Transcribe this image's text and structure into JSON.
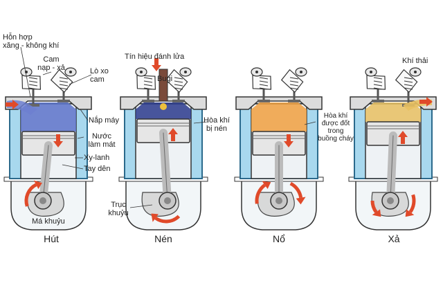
{
  "labels": {
    "fuel_air_mix_line1": "Hỗn hợp",
    "fuel_air_mix_line2": "xăng - không khí",
    "cam_line1": "Cam",
    "cam_line2": "nạp - xả",
    "cam_spring_line1": "Lò xo",
    "cam_spring_line2": "cam",
    "cylinder_head": "Nắp máy",
    "coolant_line1": "Nước",
    "coolant_line2": "làm mát",
    "cylinder": "Xy-lanh",
    "connecting_rod": "Tay dên",
    "crank_web": "Má khuỷu",
    "ignition_signal": "Tín hiệu đánh lửa",
    "spark_plug": "Bugi",
    "compressed_mix_line1": "Hòa khí",
    "compressed_mix_line2": "bị nén",
    "crankshaft_line1": "Trục",
    "crankshaft_line2": "khuỷu",
    "burned_mix_line1": "Hòa khí",
    "burned_mix_line2": "được đốt",
    "burned_mix_line3": "trong",
    "burned_mix_line4": "buồng cháy",
    "exhaust_gas": "Khí thải"
  },
  "stages": [
    {
      "name": "Hút",
      "chamber_color": "#5b72c9",
      "piston_dir": "down",
      "valves": "intake-open"
    },
    {
      "name": "Nén",
      "chamber_color": "#2a3a8c",
      "piston_dir": "up",
      "valves": "closed"
    },
    {
      "name": "Nổ",
      "chamber_color": "#f0a040",
      "piston_dir": "down",
      "valves": "closed"
    },
    {
      "name": "Xả",
      "chamber_color": "#e8c060",
      "piston_dir": "up",
      "valves": "exhaust-open"
    }
  ],
  "colors": {
    "coolant": "#a8d8ee",
    "coolant_border": "#2b6a8c",
    "arrow": "#e04a2a",
    "metal": "#dcdcdc",
    "outline": "#333333"
  }
}
